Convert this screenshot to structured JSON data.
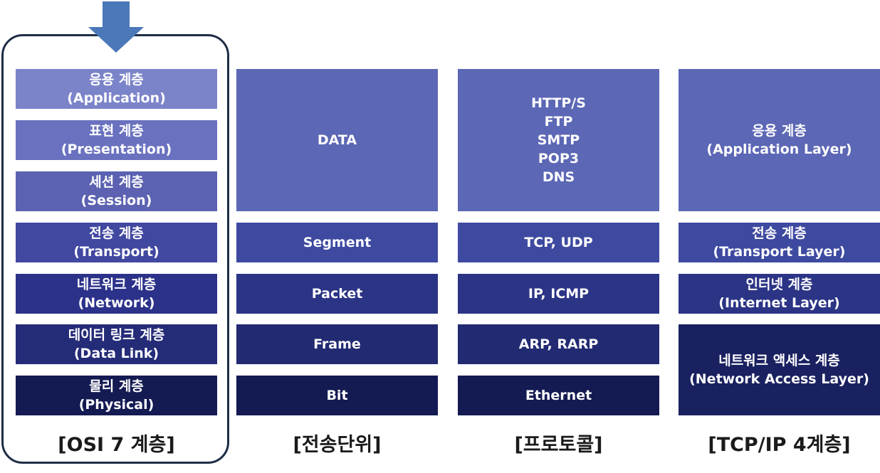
{
  "osi": {
    "caption": "[OSI 7 계층]",
    "layers": [
      {
        "ko": "응용 계층",
        "en": "(Application)",
        "color": "#7b83c9"
      },
      {
        "ko": "표현 계층",
        "en": "(Presentation)",
        "color": "#6a72bf"
      },
      {
        "ko": "세션 계층",
        "en": "(Session)",
        "color": "#5c62b1"
      },
      {
        "ko": "전송 계층",
        "en": "(Transport)",
        "color": "#4148a0"
      },
      {
        "ko": "네트워크 계층",
        "en": "(Network)",
        "color": "#2c328a"
      },
      {
        "ko": "데이터 링크 계층",
        "en": "(Data Link)",
        "color": "#242b77"
      },
      {
        "ko": "물리 계층",
        "en": "(Physical)",
        "color": "#141a52"
      }
    ]
  },
  "units": {
    "caption": "[전송단위]",
    "items": [
      {
        "label": "DATA",
        "color": "#5c67b5"
      },
      {
        "label": "Segment",
        "color": "#3e4aa0"
      },
      {
        "label": "Packet",
        "color": "#2b3485"
      },
      {
        "label": "Frame",
        "color": "#222a72"
      },
      {
        "label": "Bit",
        "color": "#141a52"
      }
    ]
  },
  "protocols": {
    "caption": "[프로토콜]",
    "app_lines": [
      "HTTP/S",
      "FTP",
      "SMTP",
      "POP3",
      "DNS"
    ],
    "app_color": "#5c67b5",
    "items": [
      {
        "label": "TCP, UDP",
        "color": "#3e4aa0"
      },
      {
        "label": "IP, ICMP",
        "color": "#2b3485"
      },
      {
        "label": "ARP, RARP",
        "color": "#222a72"
      },
      {
        "label": "Ethernet",
        "color": "#141a52"
      }
    ]
  },
  "tcpip": {
    "caption": "[TCP/IP 4계층]",
    "layers": [
      {
        "ko": "응용 계층",
        "en": "(Application Layer)",
        "color": "#5c67b5"
      },
      {
        "ko": "전송 계층",
        "en": "(Transport Layer)",
        "color": "#3e4aa0"
      },
      {
        "ko": "인터넷 계층",
        "en": "(Internet Layer)",
        "color": "#2b3485"
      },
      {
        "ko": "네트워크 액세스 계층",
        "en": "(Network Access Layer)",
        "color": "#1a2160"
      }
    ]
  },
  "colors": {
    "frame": "#1f2d47",
    "arrow": "#4a78b8"
  }
}
